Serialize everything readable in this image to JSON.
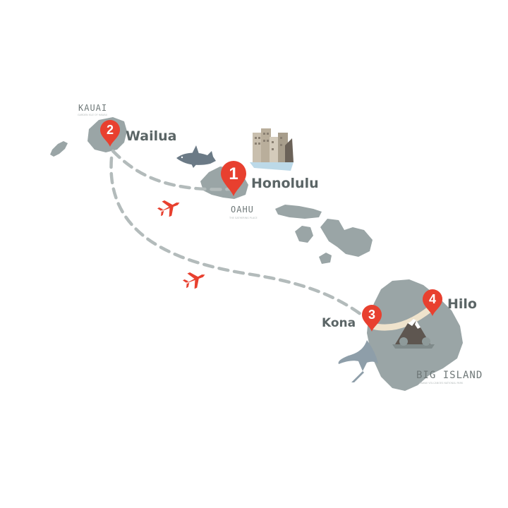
{
  "colors": {
    "island": "#9aa5a6",
    "route": "#b3bbbb",
    "pin": "#e8402f",
    "plane": "#e8402f",
    "label": "#5b6566",
    "highlight": "#efe3cc",
    "shark": "#6b7a86",
    "ray": "#8e9ea9"
  },
  "islands": {
    "kauai": {
      "name": "KAUAI",
      "subtitle": "GARDEN ISLE OF HAWAII"
    },
    "oahu": {
      "name": "OAHU",
      "subtitle": "THE GATHERING PLACE"
    },
    "big_island": {
      "name": "BIG ISLAND",
      "subtitle": "HAWAII VOLCANOES NATIONAL PARK"
    }
  },
  "stops": [
    {
      "number": "1",
      "name": "Honolulu"
    },
    {
      "number": "2",
      "name": "Wailua"
    },
    {
      "number": "3",
      "name": "Kona"
    },
    {
      "number": "4",
      "name": "Hilo"
    }
  ],
  "icons": [
    "plane-icon",
    "plane-icon",
    "shark-icon",
    "manta-ray-icon",
    "city-skyline-icon",
    "volcano-icon"
  ]
}
